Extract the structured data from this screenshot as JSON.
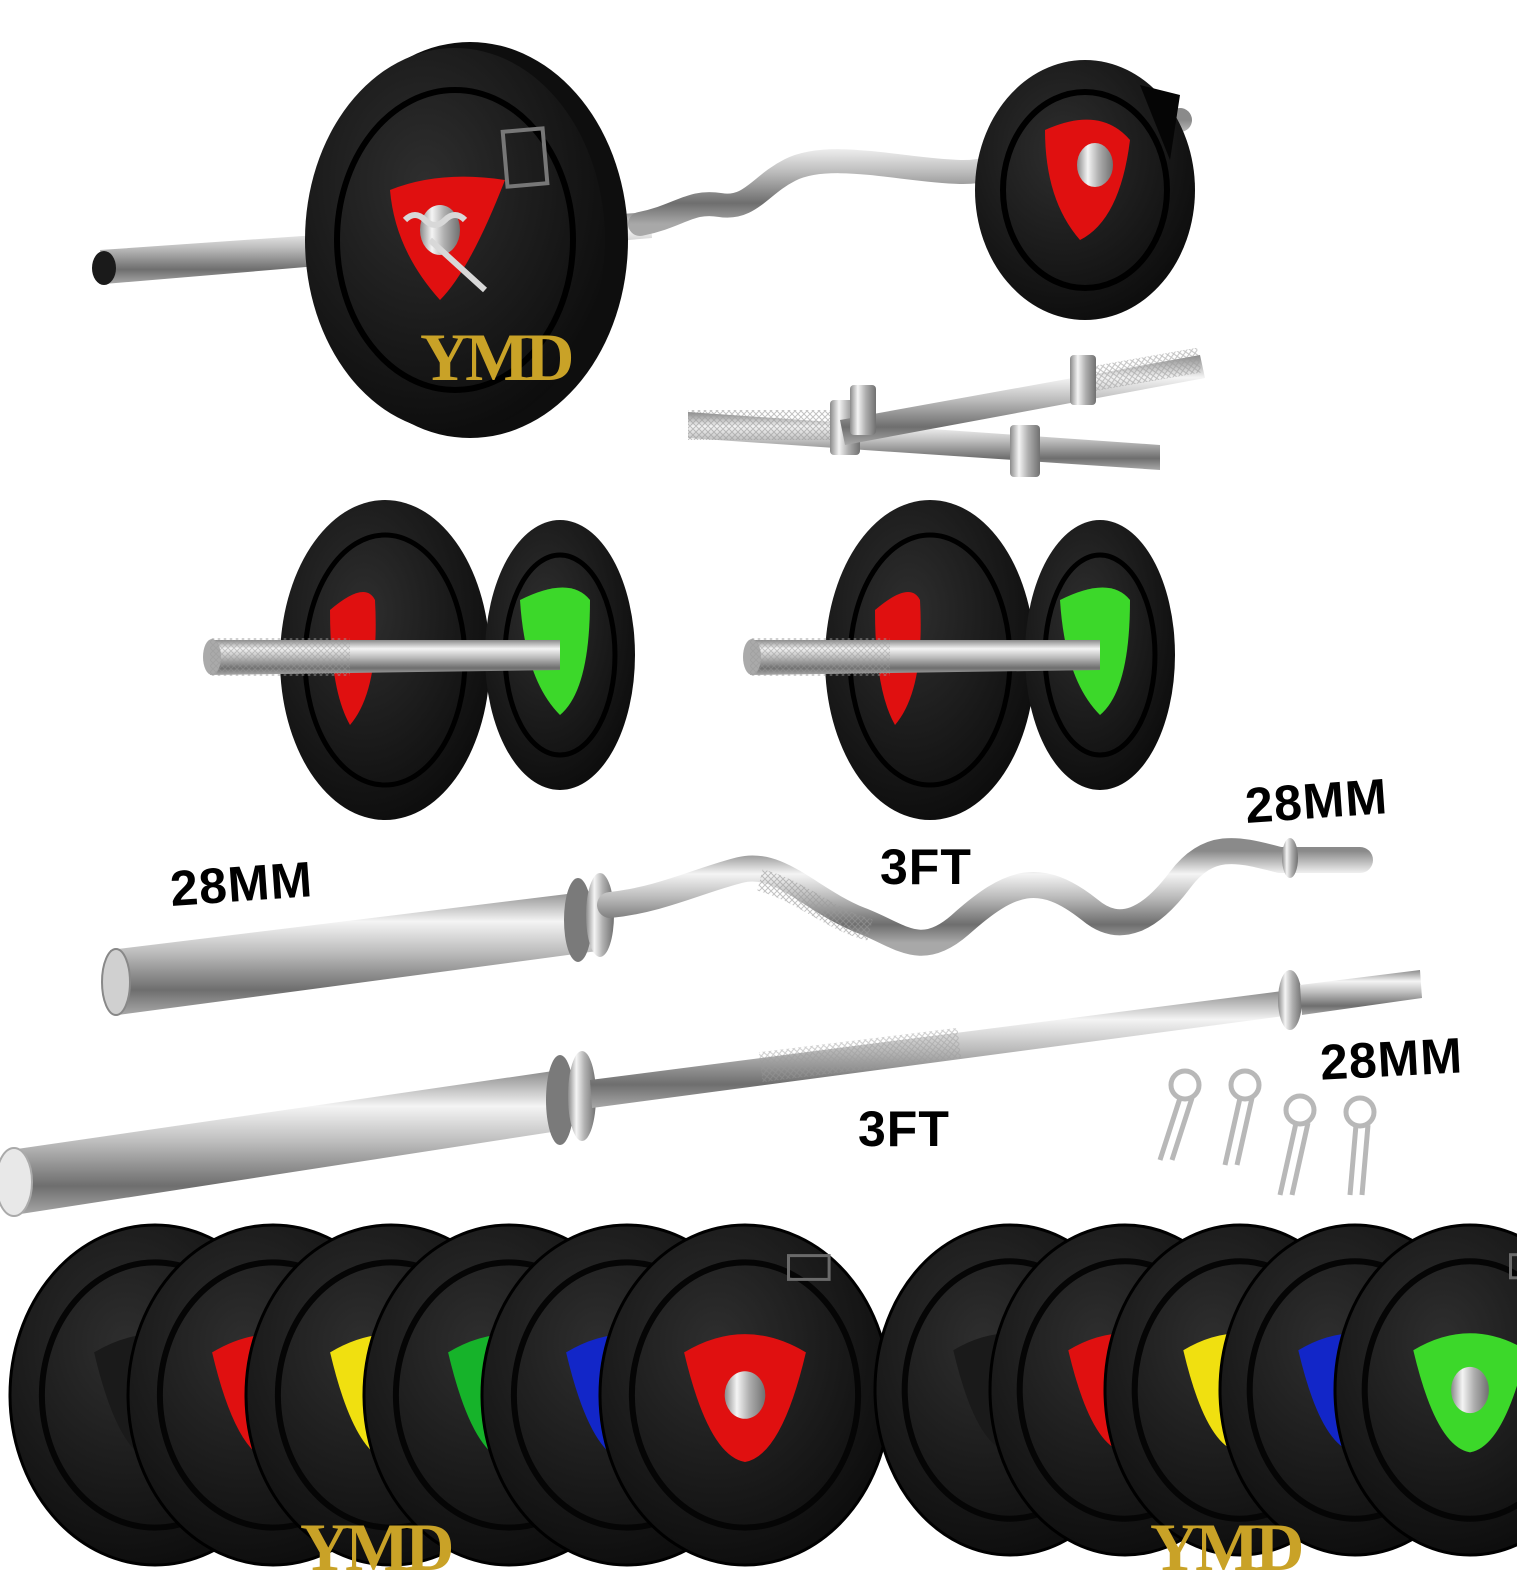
{
  "labels": {
    "bar_curl_left_size": "28MM",
    "bar_curl_length": "3FT",
    "bar_curl_right_size": "28MM",
    "bar_straight_size": "28MM",
    "bar_straight_length": "3FT"
  },
  "logo": {
    "text": "YMD"
  },
  "plate_colors": {
    "row_left": [
      "#1a1a1a",
      "#e01010",
      "#f0e010",
      "#16b32a",
      "#1226c8",
      "#e01010"
    ],
    "row_right": [
      "#1a1a1a",
      "#e01010",
      "#f0e010",
      "#1226c8",
      "#3cd82a"
    ],
    "dumbbell_inner": "#e01010",
    "dumbbell_outer": "#3cd82a",
    "curl_plate_left": "#e01010",
    "curl_plate_right": "#e01010"
  },
  "icons": {
    "plate": "weight-plate-icon",
    "dumbbell": "dumbbell-icon",
    "bar": "barbell-rod-icon",
    "clip": "spring-collar-icon"
  }
}
